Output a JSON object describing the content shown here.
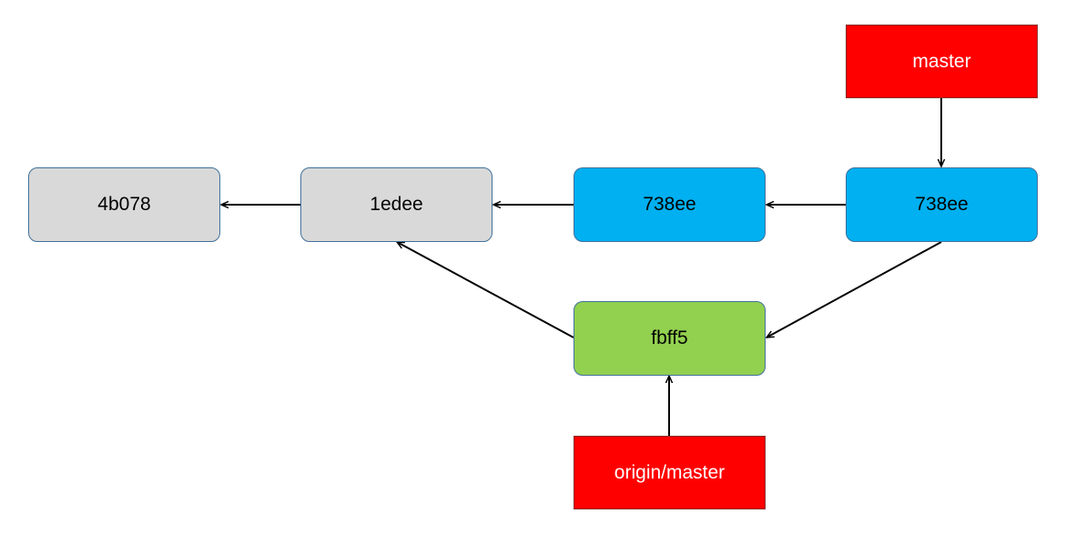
{
  "colors": {
    "old_commit": "#d9d9d9",
    "local_commit": "#00b0f0",
    "remote_commit": "#92d050",
    "branch_ref": "#ff0000",
    "branch_ref_text": "#ffffff",
    "arrow": "#000000"
  },
  "commits": {
    "c1": {
      "label": "4b078"
    },
    "c2": {
      "label": "1edee"
    },
    "c3": {
      "label": "738ee"
    },
    "c4": {
      "label": "738ee"
    },
    "c5": {
      "label": "fbff5"
    }
  },
  "refs": {
    "master": {
      "label": "master"
    },
    "origin_master": {
      "label": "origin/master"
    }
  },
  "edges": [
    {
      "from": "c2",
      "to": "c1"
    },
    {
      "from": "c3",
      "to": "c2"
    },
    {
      "from": "c4",
      "to": "c3"
    },
    {
      "from": "c4",
      "to": "c5"
    },
    {
      "from": "c5",
      "to": "c2"
    },
    {
      "from": "master",
      "to": "c4"
    },
    {
      "from": "origin_master",
      "to": "c5"
    }
  ]
}
